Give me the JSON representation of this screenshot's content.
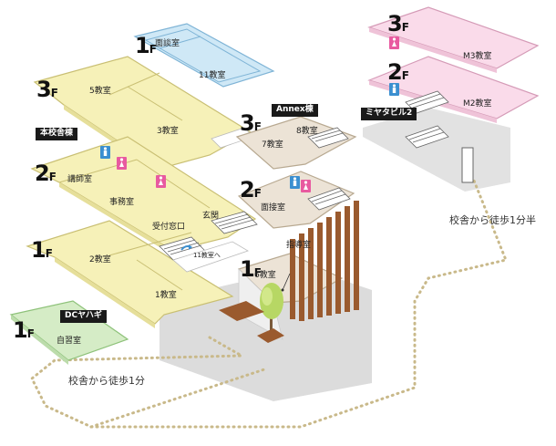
{
  "colors": {
    "main_building": "#f6f1b8",
    "main_building_edge": "#c9bf73",
    "meeting_room": "#cfe8f6",
    "dc_building": "#d5ecc6",
    "annex": "#ece3d6",
    "miyata": "#fadbea",
    "shadow": "#dcdcdc",
    "walkway": "#c9b98a",
    "wc_women": "#e85aa0",
    "wc_men": "#3b8fd0",
    "wood_louver": "#9a5a2e"
  },
  "main_building": {
    "tag": "本校舎棟",
    "floors": {
      "f1": {
        "floor": "1",
        "rooms": [
          "2教室",
          "1教室"
        ]
      },
      "f2": {
        "floor": "2",
        "rooms": [
          "講師室",
          "事務室",
          "受付窓口",
          "玄関"
        ]
      },
      "f3": {
        "floor": "3",
        "rooms": [
          "5教室",
          "3教室"
        ]
      }
    },
    "meeting": {
      "floor": "1",
      "rooms": [
        "面談室",
        "11教室"
      ]
    },
    "arrow_label": "11教室へ"
  },
  "dc_building": {
    "tag": "DCヤハギ",
    "floor": "1",
    "rooms": [
      "自習室"
    ]
  },
  "annex": {
    "tag": "Annex棟",
    "floors": {
      "f3": {
        "floor": "3",
        "rooms": [
          "7教室",
          "8教室"
        ]
      },
      "f2": {
        "floor": "2",
        "rooms": [
          "面接室"
        ]
      },
      "f1": {
        "floor": "1",
        "rooms": [
          "指導室",
          "6教室"
        ]
      }
    }
  },
  "miyata": {
    "tag": "ミヤタビル2",
    "floors": {
      "f3": {
        "floor": "3",
        "rooms": [
          "M3教室"
        ]
      },
      "f2": {
        "floor": "2",
        "rooms": [
          "M2教室"
        ]
      }
    }
  },
  "walking": {
    "near": "校舎から徒歩1分",
    "far": "校舎から徒歩1分半"
  }
}
